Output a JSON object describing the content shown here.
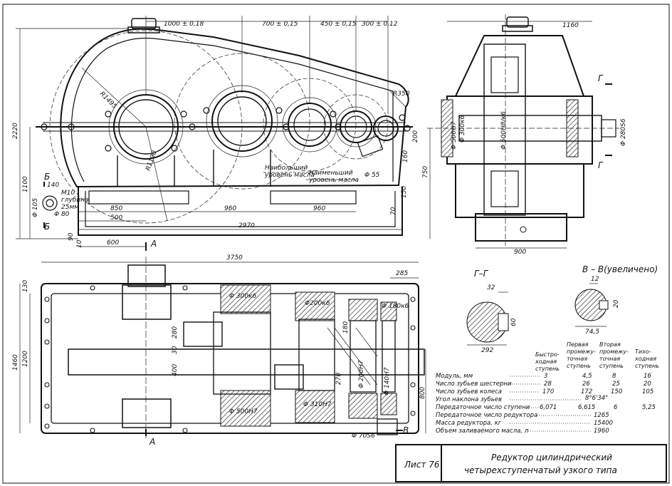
{
  "top_view_dims": {
    "d1000": "1000 ± 0,18",
    "d700": "700 ± 0,15",
    "d450": "450 ± 0,15",
    "d300": "300 ± 0,12",
    "r1495": "R1495",
    "r1100": "R1100",
    "r350": "R350",
    "h2220": "2220",
    "h1100": "1100",
    "oil_max": [
      "Наибольший",
      "уровень масла"
    ],
    "oil_min": [
      "Наименьший",
      "уровень масла"
    ],
    "d55": "Φ 55",
    "v160": "160",
    "v200": "200",
    "v150": "150",
    "v70": "70",
    "v90": "90",
    "v10": "10",
    "h850": "850",
    "h500": "500",
    "h960a": "960",
    "h960b": "960",
    "h2970": "2970",
    "h600": "600",
    "b_label": "Б",
    "m10": "M10",
    "depth": [
      "глубина",
      "25мм"
    ],
    "d105": "Φ 105",
    "d80": "Φ 80",
    "v140": "140",
    "a_label": "А"
  },
  "side_view_dims": {
    "w1160": "1160",
    "g_label": "Г",
    "v750": "750",
    "d500h8": "Φ 500Н8/к6",
    "d500h7": "Φ 500Н7",
    "d300k6": "Φ 300к6",
    "d280s6": "Φ 280S6",
    "w900": "900"
  },
  "plan_view_dims": {
    "w3750": "3750",
    "w285": "285",
    "v1460": "1460",
    "v1200": "1200",
    "v130": "130",
    "v280": "280",
    "v400": "400",
    "v30": "30",
    "v270": "270",
    "v180": "180",
    "v800": "800",
    "d300k6": "Φ 300к6",
    "d200k6": "Φ200к6",
    "d180k6": "Φ 180к6",
    "d500h7": "Φ 500Н7",
    "d310h7": "Φ 310Н7",
    "d200h7": "Φ 200Н7",
    "d140h7": "Φ 140Н7",
    "d70s6": "Φ 70S6",
    "v_label": "В",
    "a_label": "А"
  },
  "section_gg": {
    "title": "Г–Г",
    "w32": "32",
    "h60": "60",
    "d292": "292"
  },
  "section_vv": {
    "title": "В – В(увеличено)",
    "w12": "12",
    "h20": "20",
    "d745": "74,5"
  },
  "spec_table": {
    "headers": [
      [
        "Быстро-",
        "ходная",
        "ступень"
      ],
      [
        "Первая",
        "промежу-",
        "точная",
        "ступень"
      ],
      [
        "Вторая",
        "промежу-",
        "точная",
        "ступень"
      ],
      [
        "Тихо-",
        "ходная",
        "ступень"
      ]
    ],
    "rows": [
      {
        "label": "Модуль, мм",
        "values": [
          "3",
          "4,5",
          "8",
          "16"
        ]
      },
      {
        "label": "Число зубьев шестерни",
        "values": [
          "28",
          "26",
          "25",
          "20"
        ]
      },
      {
        "label": "Число зубьев колеса",
        "values": [
          "170",
          "172",
          "150",
          "105"
        ]
      },
      {
        "label": "Угол наклона зубьев",
        "values": [
          "8°6'34\""
        ]
      },
      {
        "label": "Передаточное число ступени",
        "values": [
          "6,071",
          "6,615",
          "6",
          "5,25"
        ]
      },
      {
        "label": "Передаточное число редуктора",
        "values": [
          "1265"
        ]
      },
      {
        "label": "Масса редуктора, кг",
        "values": [
          "15400"
        ]
      },
      {
        "label": "Объем заливаемого масла, л",
        "values": [
          "1960"
        ]
      }
    ]
  },
  "title_block": {
    "sheet": "Лист 76",
    "title_line1": "Редуктор цилиндрический",
    "title_line2": "четырехступенчатый узкого типа"
  }
}
